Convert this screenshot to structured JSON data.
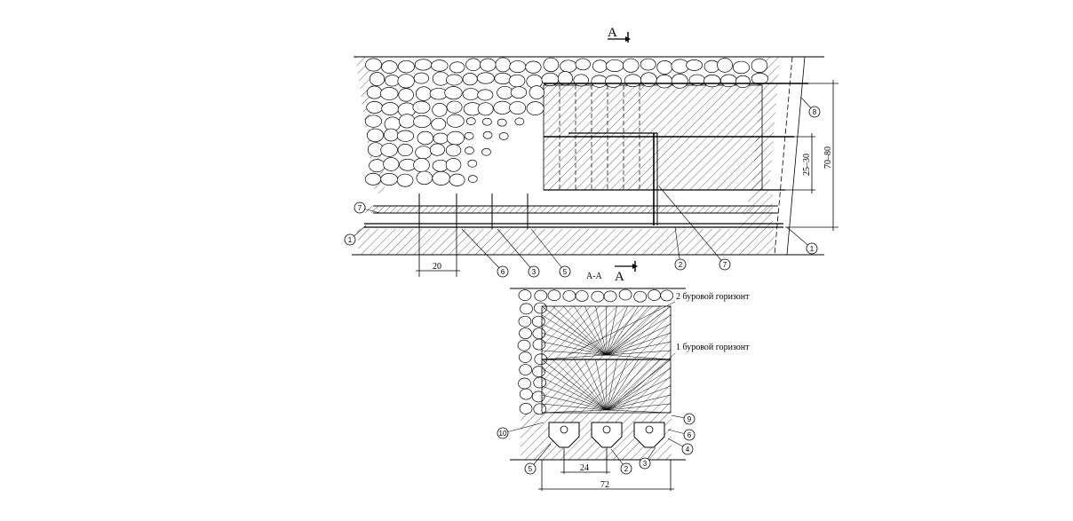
{
  "section_marks": {
    "top_letter": "A",
    "bottom_letter": "A",
    "section_title": "A-A"
  },
  "dimensions": {
    "spacing_top": "20",
    "height_total": "70–80",
    "height_inner": "25–30",
    "spacing_bottom": "24",
    "width_bottom": "72"
  },
  "horizon_labels": {
    "upper": "2 буровой горизонт",
    "lower": "1 буровой горизонт"
  },
  "callouts_top": [
    "1",
    "7",
    "6",
    "3",
    "5",
    "2",
    "7",
    "1",
    "8"
  ],
  "callouts_bottom": [
    "9",
    "10",
    "6",
    "4",
    "5",
    "2",
    "3"
  ]
}
